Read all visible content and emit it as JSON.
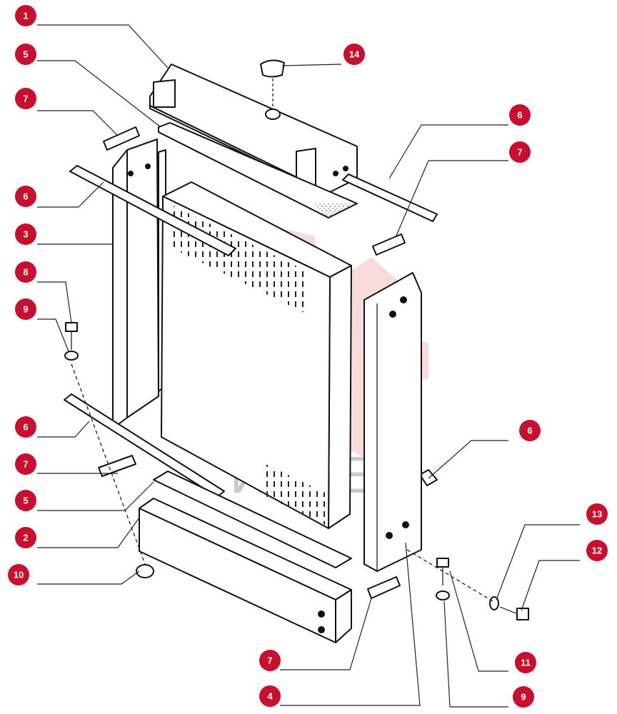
{
  "diagram": {
    "callout_color": "#c8102e",
    "watermark_text": "ИНТЕХ",
    "callouts": [
      {
        "id": "c1",
        "label": "1"
      },
      {
        "id": "c5a",
        "label": "5"
      },
      {
        "id": "c14",
        "label": "14"
      },
      {
        "id": "c7a",
        "label": "7"
      },
      {
        "id": "c6a",
        "label": "6"
      },
      {
        "id": "c7b",
        "label": "7"
      },
      {
        "id": "c6b",
        "label": "6"
      },
      {
        "id": "c3",
        "label": "3"
      },
      {
        "id": "c8",
        "label": "8"
      },
      {
        "id": "c9a",
        "label": "9"
      },
      {
        "id": "c6c",
        "label": "6"
      },
      {
        "id": "c7c",
        "label": "7"
      },
      {
        "id": "c5b",
        "label": "5"
      },
      {
        "id": "c2",
        "label": "2"
      },
      {
        "id": "c10",
        "label": "10"
      },
      {
        "id": "c6d",
        "label": "6"
      },
      {
        "id": "c13",
        "label": "13"
      },
      {
        "id": "c12",
        "label": "12"
      },
      {
        "id": "c7d",
        "label": "7"
      },
      {
        "id": "c11",
        "label": "11"
      },
      {
        "id": "c4",
        "label": "4"
      },
      {
        "id": "c9b",
        "label": "9"
      }
    ]
  }
}
